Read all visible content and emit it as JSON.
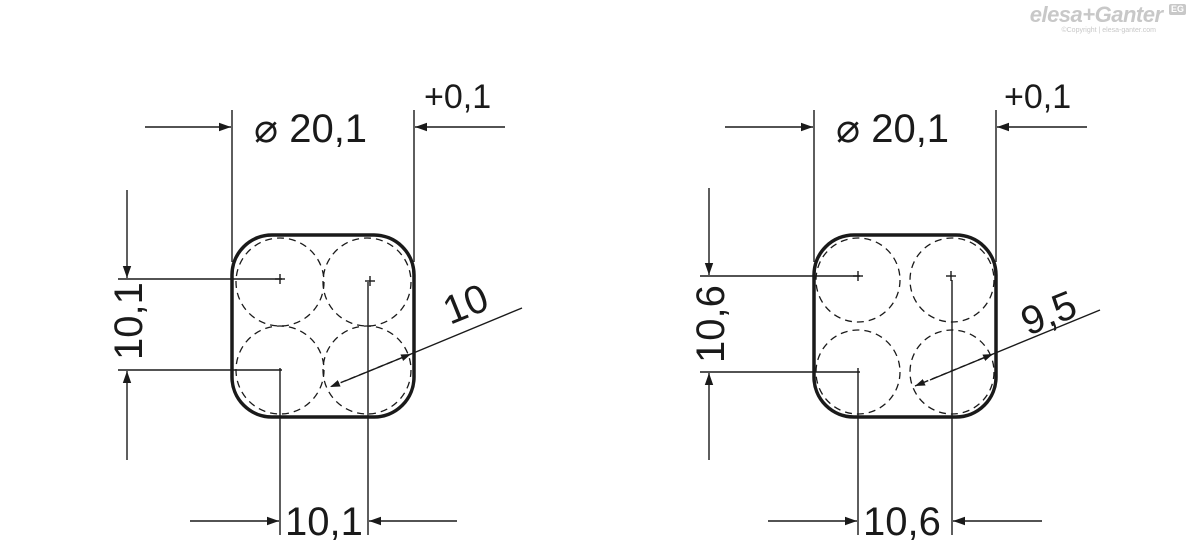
{
  "logo": {
    "brand": "elesa+Ganter",
    "badge": "EG",
    "copyright": "©Copyright | elesa-ganter.com"
  },
  "colors": {
    "line": "#1a1a1a",
    "logo": "#c8c8c8"
  },
  "drawings": [
    {
      "id": "left",
      "diameter_label": "⌀ 20,1",
      "tolerance_label": "+0,1",
      "vertical_pitch_label": "10,1",
      "horizontal_pitch_label": "10,1",
      "radius_label": "10"
    },
    {
      "id": "right",
      "diameter_label": "⌀ 20,1",
      "tolerance_label": "+0,1",
      "vertical_pitch_label": "10,6",
      "horizontal_pitch_label": "10,6",
      "radius_label": "9,5"
    }
  ]
}
